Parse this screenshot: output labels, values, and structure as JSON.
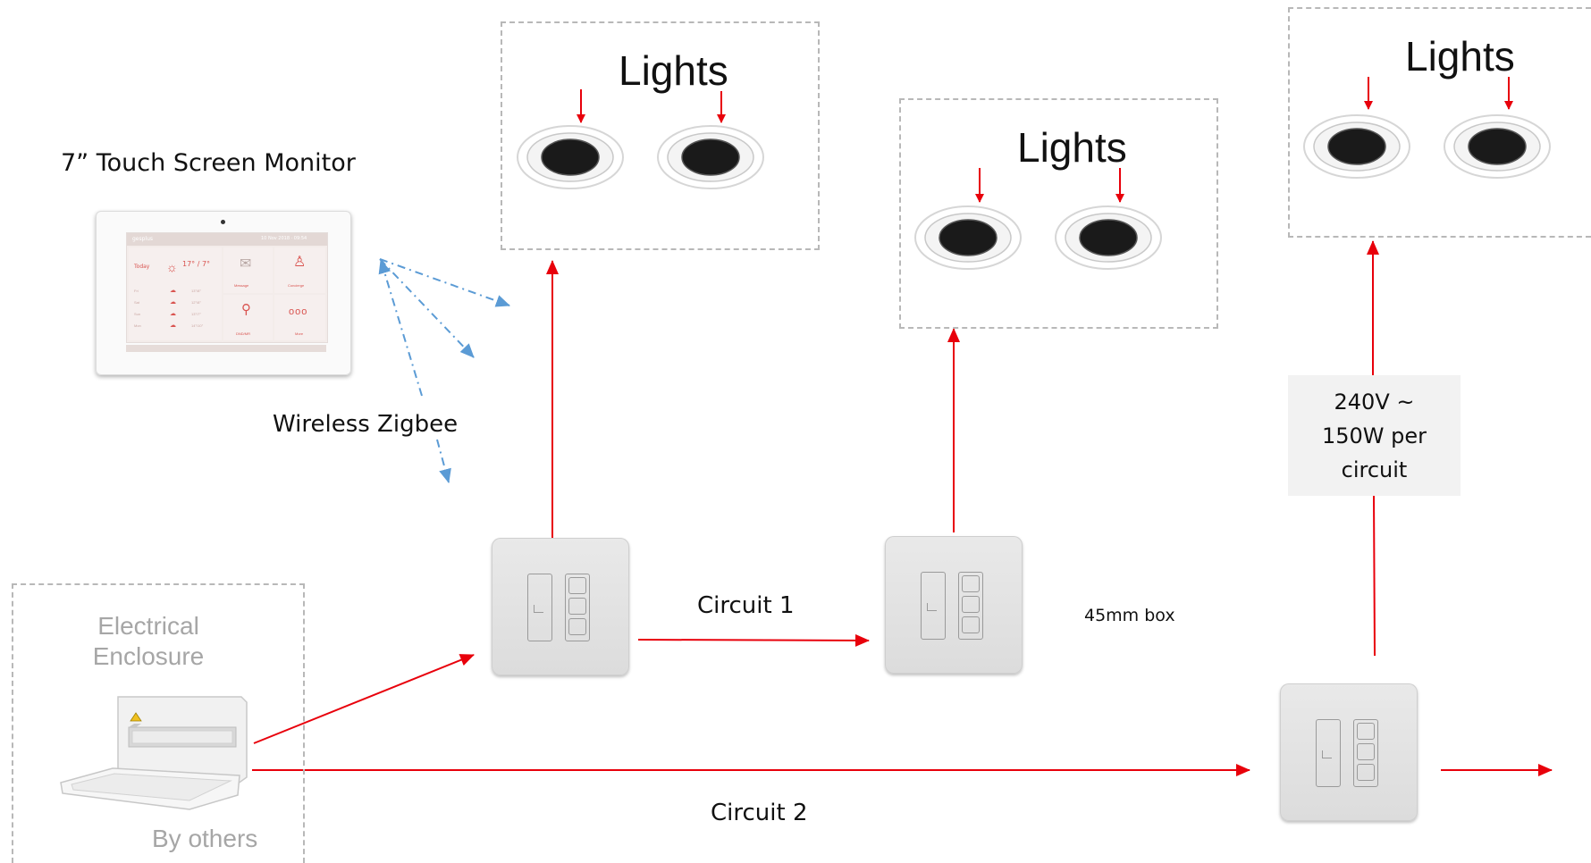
{
  "lights_groups": [
    {
      "title": "Lights"
    },
    {
      "title": "Lights"
    },
    {
      "title": "Lights"
    }
  ],
  "monitor": {
    "title": "7” Touch Screen Monitor",
    "screen": {
      "brand": "gesplus",
      "date_text": "10 Nov 2018 · 09:54",
      "today_label": "Today",
      "temperature": "17° / 7°",
      "forecast_days": [
        "Fri",
        "Sat",
        "Sun",
        "Mon"
      ],
      "forecast_temps": [
        "13°/8°",
        "12°/8°",
        "13°/7°",
        "14°/10°"
      ],
      "tiles": [
        "Message",
        "Concierge",
        "DND/MR",
        "More"
      ]
    }
  },
  "wireless_label": "Wireless Zigbee",
  "enclosure": {
    "title_line1": "Electrical",
    "title_line2": "Enclosure",
    "note": "By others"
  },
  "circuit_1_label": "Circuit 1",
  "circuit_2_label": "Circuit 2",
  "box_note": "45mm box",
  "spec": {
    "line1": "240V ~",
    "line2": "150W per",
    "line3": "circuit"
  },
  "colors": {
    "wire_red": "#e8000b",
    "wireless_blue": "#5b9bd5",
    "dashed_border": "#b8b8b8",
    "accent_pink": "#d9534f",
    "spec_bg": "#f2f2f2",
    "grey_text": "#a6a6a6"
  }
}
